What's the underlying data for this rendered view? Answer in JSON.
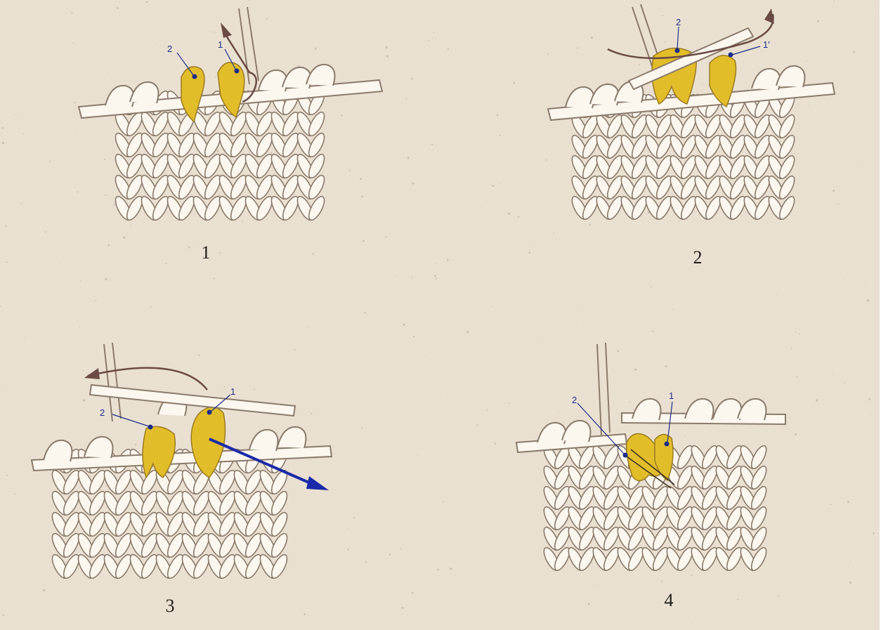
{
  "colors": {
    "paper": "#e9e0d2",
    "yarn": "#fbf7ee",
    "outline": "#8a7a6a",
    "highlight": "#e2bd2a",
    "label": "#1c2c86",
    "arrow_brown": "#6a4a44",
    "arrow_blue": "#1b2aa8"
  },
  "panels": [
    {
      "caption": "1",
      "labels": [
        "2",
        "1"
      ]
    },
    {
      "caption": "2",
      "labels": [
        "2",
        "1′"
      ]
    },
    {
      "caption": "3",
      "labels": [
        "2",
        "1"
      ]
    },
    {
      "caption": "4",
      "labels": [
        "2",
        "1"
      ]
    }
  ]
}
